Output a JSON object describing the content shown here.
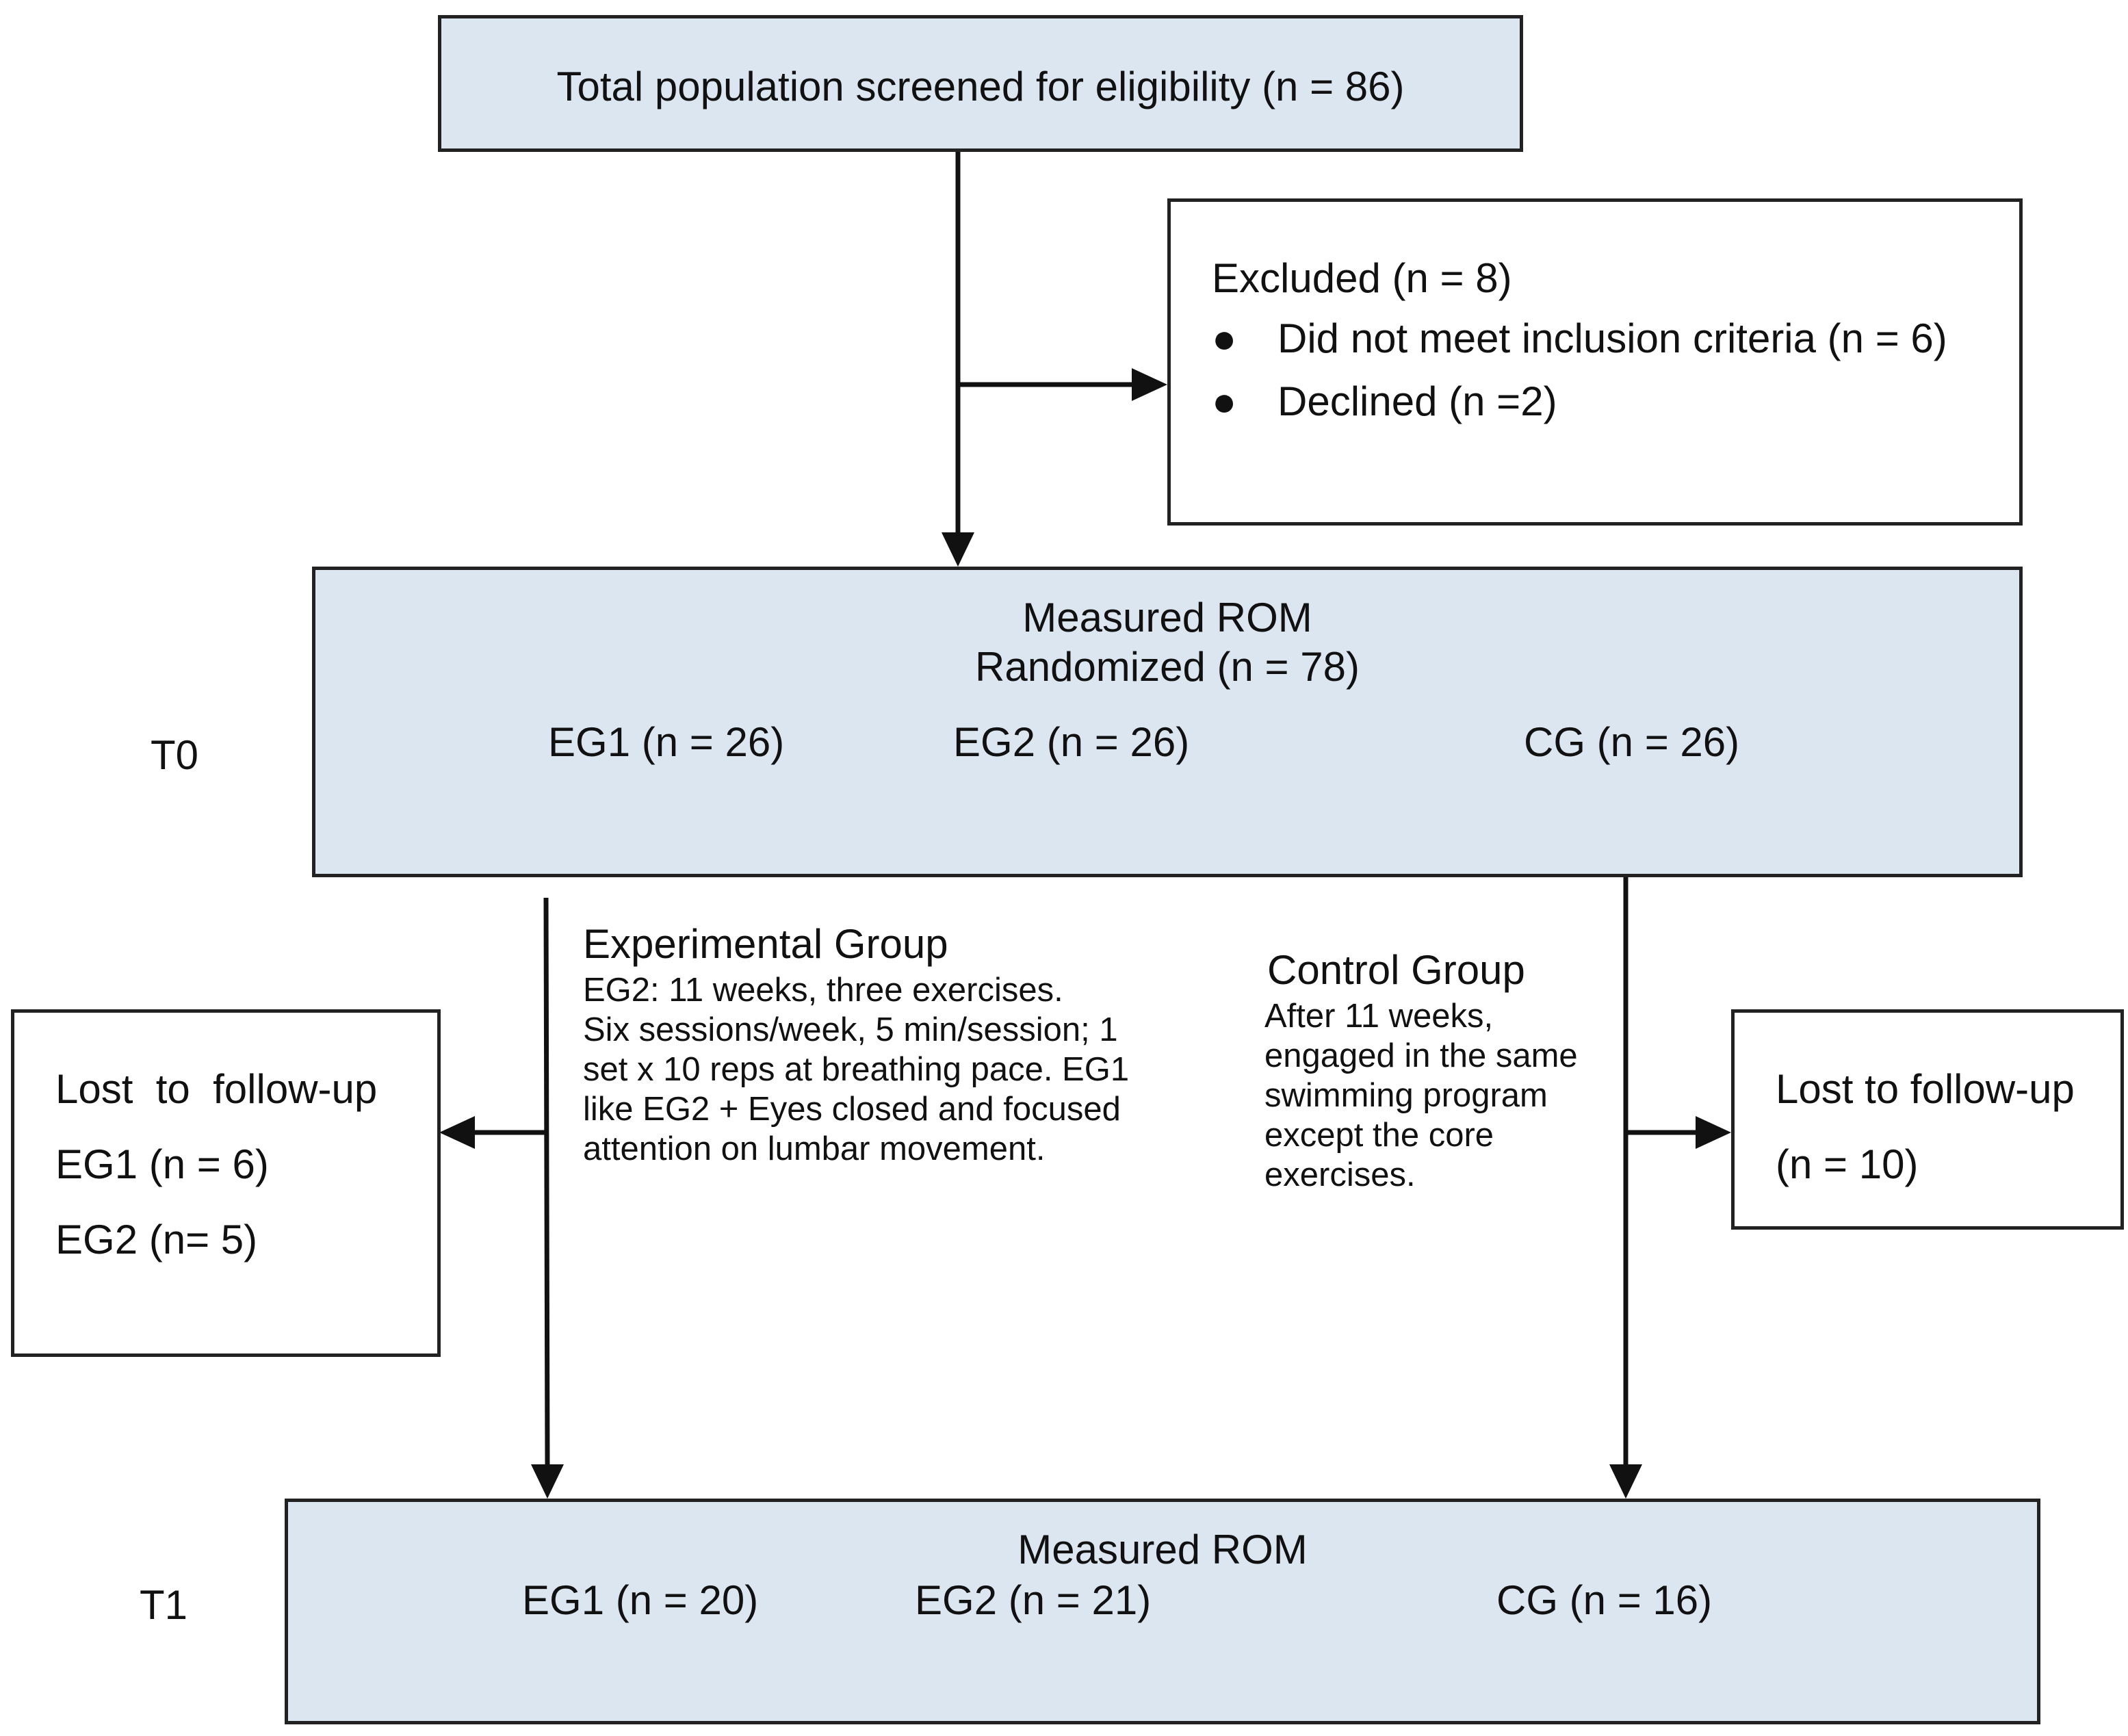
{
  "screening": {
    "text": "Total population screened for eligibility (n = 86)"
  },
  "excluded": {
    "title": "Excluded (n = 8)",
    "items": [
      "Did not meet inclusion criteria (n = 6)",
      "Declined (n =2)"
    ]
  },
  "t0": {
    "label": "T0",
    "line1": "Measured ROM",
    "line2": "Randomized (n = 78)",
    "groups": [
      "EG1 (n = 26)",
      "EG2 (n = 26)",
      "CG (n = 26)"
    ]
  },
  "experimental": {
    "title": "Experimental Group",
    "lines": [
      "EG2: 11 weeks, three exercises.",
      "Six sessions/week, 5 min/session; 1",
      "set x 10 reps at breathing pace. EG1",
      "like EG2 + Eyes closed and focused",
      "attention on lumbar movement."
    ]
  },
  "control": {
    "title": "Control Group",
    "lines": [
      "After 11 weeks,",
      "engaged in the same",
      "swimming program",
      "except the core",
      "exercises."
    ]
  },
  "lost_left": {
    "title": "Lost  to  follow-up",
    "items": [
      "EG1 (n = 6)",
      "EG2 (n= 5)"
    ]
  },
  "lost_right": {
    "title": "Lost to follow-up",
    "items": [
      "(n = 10)"
    ]
  },
  "t1": {
    "label": "T1",
    "line1": "Measured ROM",
    "groups": [
      "EG1 (n = 20)",
      "EG2 (n = 21)",
      "CG (n = 16)"
    ]
  },
  "colors": {
    "box_fill": "#dce6f1",
    "line": "#111111"
  }
}
